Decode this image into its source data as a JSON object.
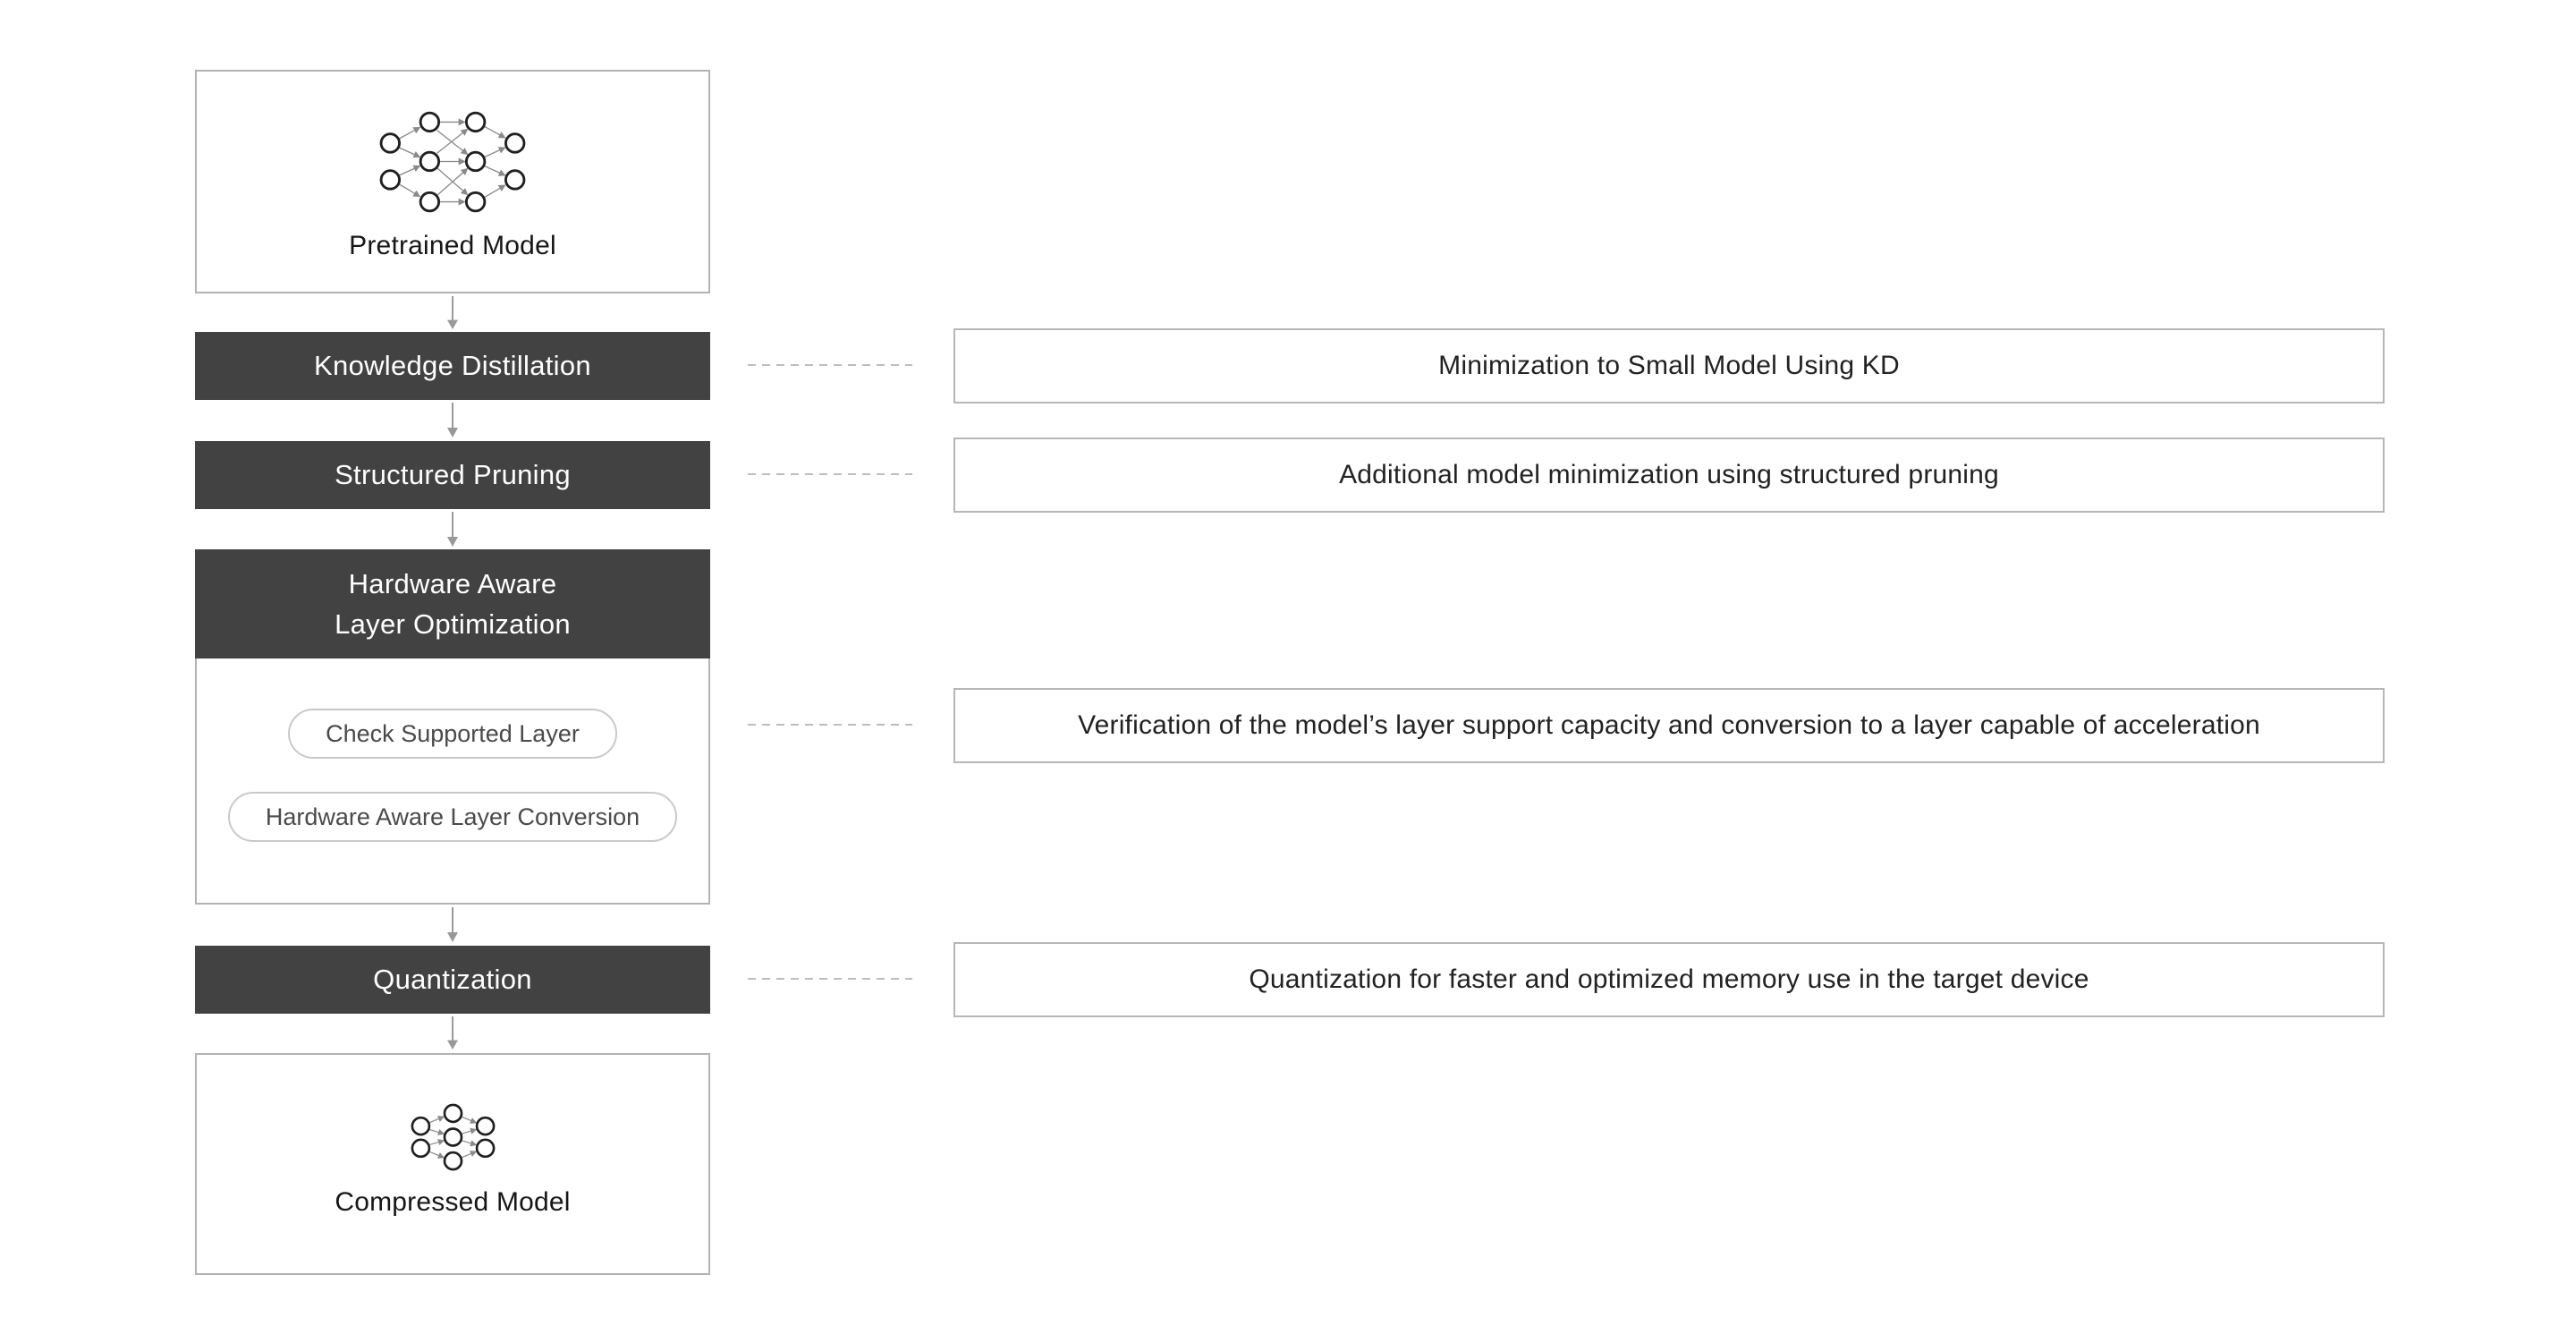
{
  "flow": {
    "input": {
      "label": "Pretrained Model"
    },
    "steps": {
      "knowledge_distillation": {
        "label": "Knowledge Distillation"
      },
      "structured_pruning": {
        "label": "Structured Pruning"
      },
      "hardware_aware_layer_optimization": {
        "title_line1": "Hardware Aware",
        "title_line2": "Layer Optimization",
        "substeps": [
          "Check Supported Layer",
          "Hardware Aware Layer Conversion"
        ]
      },
      "quantization": {
        "label": "Quantization"
      }
    },
    "output": {
      "label": "Compressed Model"
    }
  },
  "descriptions": {
    "knowledge_distillation": "Minimization to Small Model Using KD",
    "structured_pruning": "Additional model minimization using structured pruning",
    "hardware_aware_layer_optimization": "Verification of the model’s layer support capacity and conversion to a layer capable of acceleration",
    "quantization": "Quantization for faster and optimized memory use in the target device"
  },
  "icons": {
    "input": "neural-network-large-icon",
    "output": "neural-network-small-icon",
    "flow": "down-arrow-icon"
  },
  "colors": {
    "background": "#ffffff",
    "step_background": "#424242",
    "step_text": "#ffffff",
    "box_border": "#b3b3b3",
    "pill_border": "#c9c9c9",
    "pill_text": "#4a4a4a",
    "dash_connector": "#bdbdbd",
    "arrow": "#999999",
    "description_text": "#222222",
    "label_text": "#161616"
  }
}
